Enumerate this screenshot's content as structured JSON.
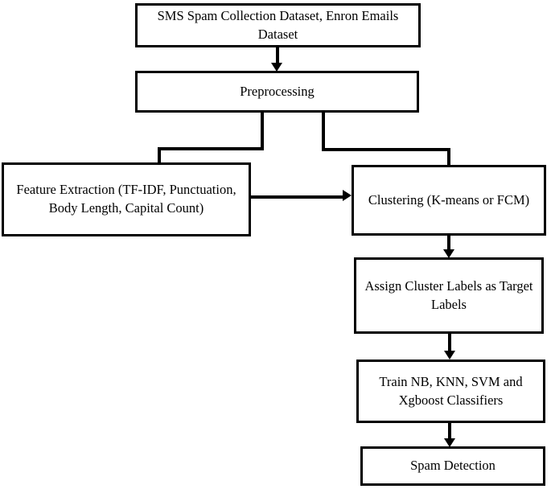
{
  "diagram": {
    "title": "Spam detection methodology flowchart",
    "type": "flowchart",
    "orientation": "top-to-bottom",
    "background_color": "#ffffff",
    "stroke_color": "#000000",
    "text_color": "#000000",
    "nodes": [
      {
        "id": "dataset",
        "label": "SMS Spam Collection Dataset, Enron Emails Dataset",
        "shape": "rectangle"
      },
      {
        "id": "preprocessing",
        "label": "Preprocessing",
        "shape": "rectangle"
      },
      {
        "id": "feature_extraction",
        "label": "Feature Extraction (TF-IDF, Punctuation, Body Length, Capital Count)",
        "shape": "rectangle"
      },
      {
        "id": "clustering",
        "label": "Clustering (K-means or FCM)",
        "shape": "rectangle"
      },
      {
        "id": "assign_labels",
        "label": "Assign Cluster Labels as Target Labels",
        "shape": "rectangle"
      },
      {
        "id": "train_classifiers",
        "label": "Train NB, KNN, SVM and Xgboost Classifiers",
        "shape": "rectangle"
      },
      {
        "id": "spam_detection",
        "label": "Spam Detection",
        "shape": "rectangle"
      }
    ],
    "edges": [
      {
        "from": "dataset",
        "to": "preprocessing",
        "style": "arrow-down"
      },
      {
        "from": "preprocessing",
        "to": "feature_extraction",
        "style": "elbow-left"
      },
      {
        "from": "preprocessing",
        "to": "clustering",
        "style": "elbow-right"
      },
      {
        "from": "feature_extraction",
        "to": "clustering",
        "style": "arrow-right"
      },
      {
        "from": "clustering",
        "to": "assign_labels",
        "style": "arrow-down"
      },
      {
        "from": "assign_labels",
        "to": "train_classifiers",
        "style": "arrow-down"
      },
      {
        "from": "train_classifiers",
        "to": "spam_detection",
        "style": "arrow-down"
      }
    ]
  }
}
